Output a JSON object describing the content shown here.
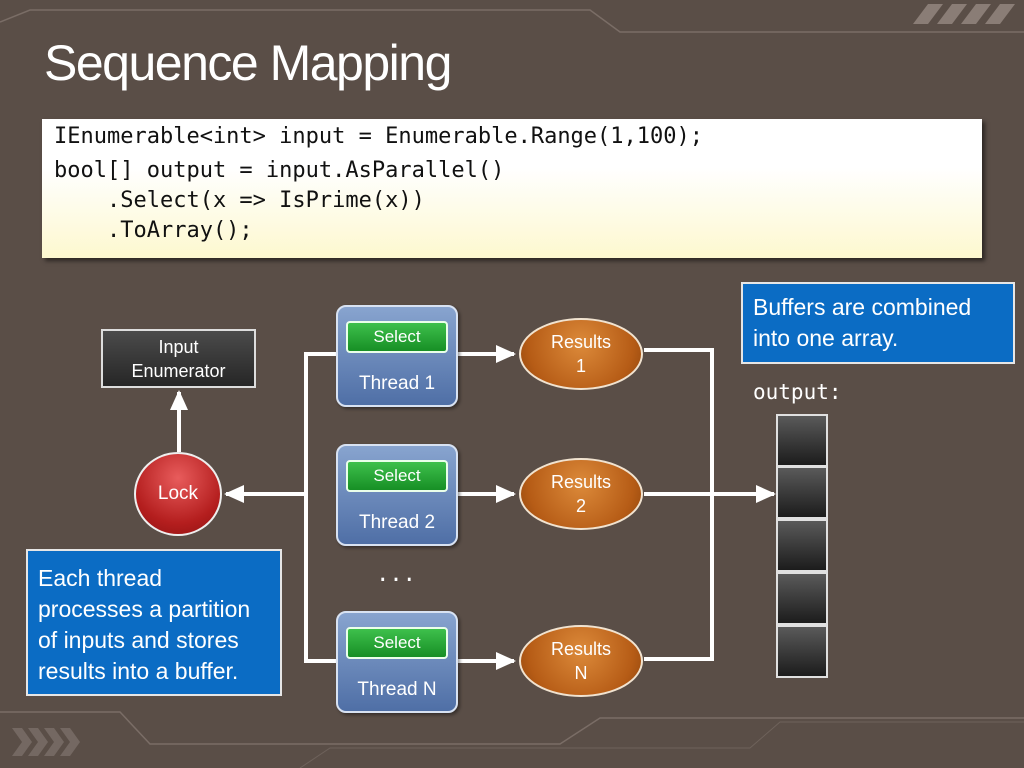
{
  "slide": {
    "title": "Sequence Mapping",
    "code_lines": [
      "IEnumerable<int> input = Enumerable.Range(1,100);",
      "bool[] output = input.AsParallel()",
      "    .Select(x => IsPrime(x))",
      "    .ToArray();"
    ]
  },
  "diagram": {
    "input_enumerator": [
      "Input",
      "Enumerator"
    ],
    "lock": "Lock",
    "select_label": "Select",
    "threads": [
      "Thread 1",
      "Thread 2",
      "Thread N"
    ],
    "results": [
      [
        "Results",
        "1"
      ],
      [
        "Results",
        "2"
      ],
      [
        "Results",
        "N"
      ]
    ],
    "ellipsis": "...",
    "output_label": "output:",
    "callout_right": "Buffers are combined into one array.",
    "callout_left": "Each thread processes a partition of inputs and stores results into a buffer."
  },
  "colors": {
    "background": "#5a4e47",
    "thread": "#5f80b8",
    "select": "#22a032",
    "results": "#c2671d",
    "lock": "#c42727",
    "callout": "#0b6cc4"
  }
}
